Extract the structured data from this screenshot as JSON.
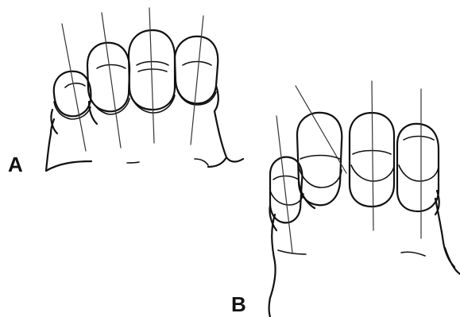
{
  "figure": {
    "panels": [
      {
        "id": "A",
        "label": "A"
      },
      {
        "id": "B",
        "label": "B"
      }
    ],
    "colors": {
      "ink": "#111111",
      "background": "#ffffff"
    }
  }
}
